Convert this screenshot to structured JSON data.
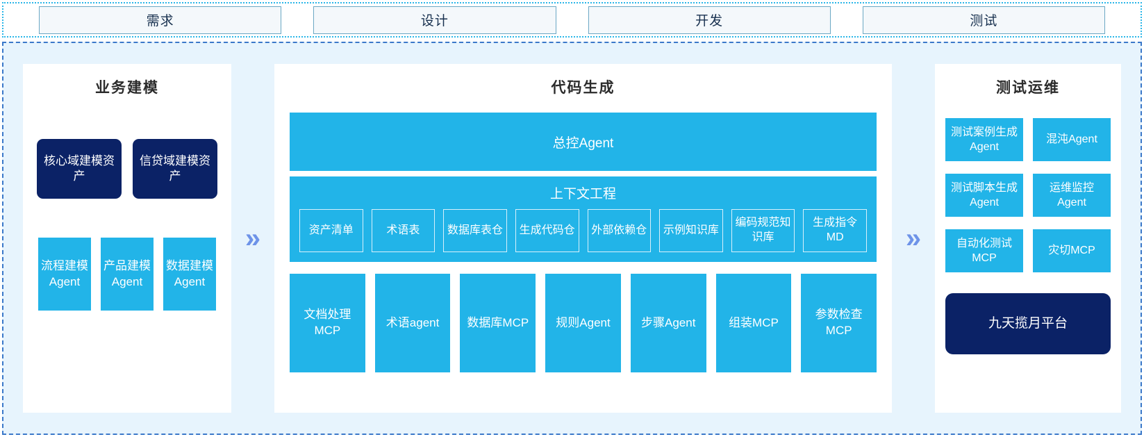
{
  "phases": {
    "tabs": [
      {
        "label": "需求"
      },
      {
        "label": "设计"
      },
      {
        "label": "开发"
      },
      {
        "label": "测试"
      }
    ]
  },
  "separators": {
    "chevron_glyph": "»",
    "chevron_color": "#6e93e8"
  },
  "colors": {
    "accent_blue": "#22b4e8",
    "deep_navy": "#0b2266",
    "panel_bg": "#ffffff",
    "stage_bg": "#e7f4fd",
    "tab_border": "#6ba8c4",
    "dotted_border": "#29b6e8",
    "dashed_border": "#3a78c9"
  },
  "business_modeling": {
    "title": "业务建模",
    "assets": [
      {
        "label": "核心域建模资产"
      },
      {
        "label": "信贷域建模资产"
      }
    ],
    "agents": [
      {
        "label": "流程建模Agent"
      },
      {
        "label": "产品建模Agent"
      },
      {
        "label": "数据建模Agent"
      }
    ]
  },
  "code_generation": {
    "title": "代码生成",
    "master_agent": "总控Agent",
    "context_engineering": {
      "title": "上下文工程",
      "items": [
        {
          "label": "资产清单"
        },
        {
          "label": "术语表"
        },
        {
          "label": "数据库表仓"
        },
        {
          "label": "生成代码仓"
        },
        {
          "label": "外部依赖仓"
        },
        {
          "label": "示例知识库"
        },
        {
          "label": "编码规范知识库"
        },
        {
          "label": "生成指令MD"
        }
      ]
    },
    "tools": [
      {
        "label": "文档处理MCP"
      },
      {
        "label": "术语agent"
      },
      {
        "label": "数据库MCP"
      },
      {
        "label": "规则Agent"
      },
      {
        "label": "步骤Agent"
      },
      {
        "label": "组装MCP"
      },
      {
        "label": "参数检查MCP"
      }
    ]
  },
  "test_operations": {
    "title": "测试运维",
    "items": [
      {
        "label": "测试案例生成Agent"
      },
      {
        "label": "混沌Agent"
      },
      {
        "label": "测试脚本生成Agent"
      },
      {
        "label": "运维监控Agent"
      },
      {
        "label": "自动化测试MCP"
      },
      {
        "label": "灾切MCP"
      }
    ],
    "platform": {
      "label": "九天揽月平台"
    }
  }
}
